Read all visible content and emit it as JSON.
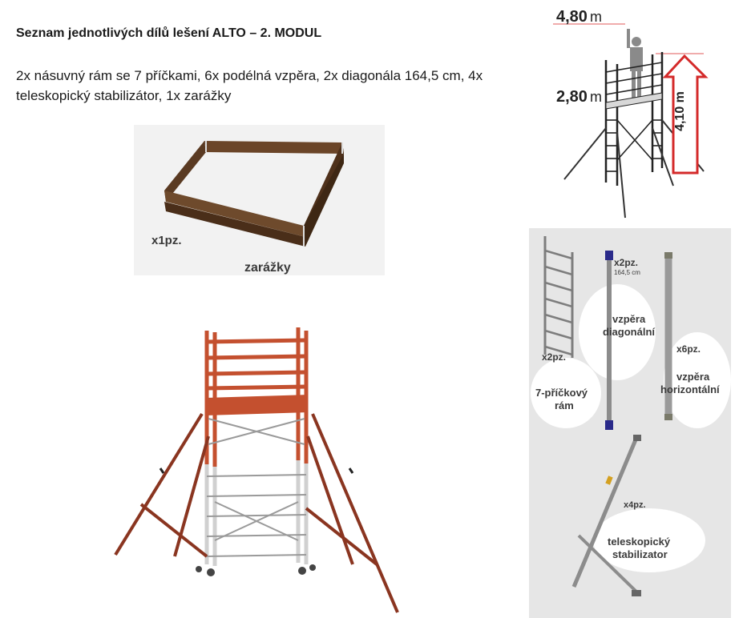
{
  "document": {
    "title": "Seznam jednotlivých dílů lešení  ALTO – 2. MODUL",
    "description": "2x násuvný rám se 7 příčkami, 6x podélná vzpěra, 2x diagonála 164,5 cm, 4x teleskopický stabilizátor, 1x zarážky"
  },
  "figures": {
    "toe_board": {
      "count": "x1pz.",
      "label": "zarážky"
    },
    "height_diagram": {
      "top_level": "4,80",
      "top_unit": "m",
      "platform_level": "2,80",
      "platform_unit": "m",
      "working_height": "4,10 m"
    },
    "parts_panel": {
      "frame_count": "x2pz.",
      "frame_label_1": "7-příčkový",
      "frame_label_2": "rám",
      "diagonal_count": "x2pz.",
      "diagonal_length": "164,5 cm",
      "diagonal_label_1": "vzpěra",
      "diagonal_label_2": "diagonální",
      "horizontal_count": "x6pz.",
      "horizontal_label_1": "vzpěra",
      "horizontal_label_2": "horizontální",
      "stabilizer_count": "x4pz.",
      "stabilizer_label_1": "teleskopický",
      "stabilizer_label_2": "stabilizator"
    }
  },
  "colors": {
    "frame_red": "#c4502f",
    "timber": "#5a3a22",
    "steel": "#8c8c8c",
    "arrow_red": "#d42a2a"
  }
}
